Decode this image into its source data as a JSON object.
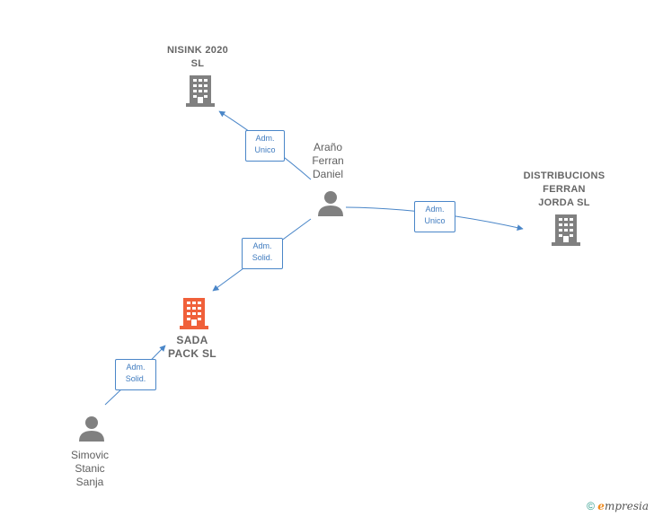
{
  "colors": {
    "edge": "#4a86c8",
    "company_icon": "#808080",
    "highlight_company_icon": "#f0603a",
    "person_icon": "#808080",
    "brand_copyright": "#2c9a8a",
    "brand_e": "#f08a1c"
  },
  "nodes": {
    "nisink": {
      "label_lines": [
        "NISINK 2020",
        "SL"
      ],
      "icon": "building-icon"
    },
    "distribucions": {
      "label_lines": [
        "DISTRIBUCIONS",
        "FERRAN",
        "JORDA  SL"
      ],
      "icon": "building-icon"
    },
    "sada": {
      "label_lines": [
        "SADA",
        "PACK  SL"
      ],
      "icon": "building-icon"
    },
    "arano": {
      "label_lines": [
        "Araño",
        "Ferran",
        "Daniel"
      ],
      "icon": "person-icon"
    },
    "simovic": {
      "label_lines": [
        "Simovic",
        "Stanic",
        "Sanja"
      ],
      "icon": "person-icon"
    }
  },
  "edges": {
    "arano_nisink": {
      "label_lines": [
        "Adm.",
        "Unico"
      ]
    },
    "arano_distribucions": {
      "label_lines": [
        "Adm.",
        "Unico"
      ]
    },
    "arano_sada": {
      "label_lines": [
        "Adm.",
        "Solid."
      ]
    },
    "simovic_sada": {
      "label_lines": [
        "Adm.",
        "Solid."
      ]
    }
  },
  "brand": {
    "copyright": "©",
    "e": "e",
    "rest": "mpresia"
  }
}
